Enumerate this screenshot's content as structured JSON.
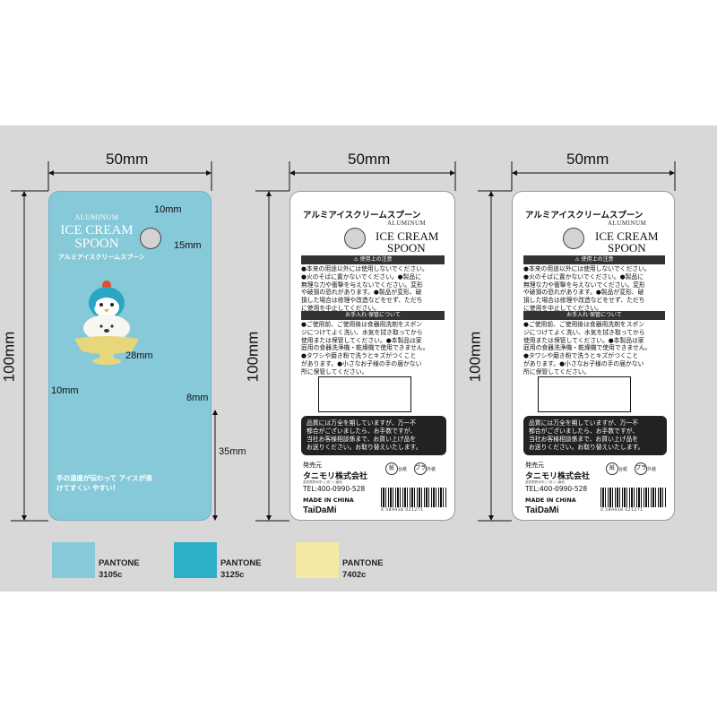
{
  "dimensions": {
    "width_label": "50mm",
    "height_label": "100mm",
    "hole_top": "10mm",
    "hole_side": "15mm",
    "window_width": "28mm",
    "window_height": "10mm",
    "window_side": "8mm",
    "window_bottom": "35mm"
  },
  "front": {
    "aluminum": "ALUMINUM",
    "line1": "ICE CREAM",
    "line2": "SPOON",
    "jp_name": "アルミアイスクリームスプーン",
    "tagline": "手の温度が伝わって\nアイスが溶けてすくい\nやすい!"
  },
  "back": {
    "title": "アルミアイスクリームスプーン",
    "aluminum": "ALUMINUM",
    "line1": "ICE CREAM",
    "line2": "SPOON",
    "caution_header": "⚠ 使用上の注意",
    "caution_text": "●本来の用途以外には使用しないでください。\n●火のそばに置かないでください。●製品に\n無理な力や衝撃を与えないでください。変形\nや破損の恐れがあります。●製品が変形、破\n損した場合は修理や改造などをせず、ただち\nに使用を中止してください。",
    "care_header": "お手入れ·保管について",
    "care_text": "●ご使用前、ご使用後は食器用洗剤をスポン\nジにつけてよく洗い、水気を拭き取ってから\n使用または保管してください。●本製品は家\n庭用の食器洗浄機・乾燥機で使用できません。\n●タワシや磨き粉で洗うとキズがつくこと\nがあります。●小さなお子様の手の届かない\n所に保管してください。",
    "quality_text": "品質には万全を期していますが、万一不\n都合がございましたら、お手数ですが、\n当社お客様相談係まで、お買い上げ品を\nお送りください。お取り替えいたします。",
    "seller_label": "発売元",
    "company": "タニモリ株式会社",
    "address": "滋賀県野洲市○○町○○番地",
    "tel": "TEL:400-0990-528",
    "made_in": "MADE IN CHINA",
    "brand": "TaiDaMi",
    "barcode_number": "4 589938 021271",
    "recycle_paper": "紙",
    "recycle_paper_label": "台紙",
    "recycle_plastic": "プラ",
    "recycle_plastic_label": "外装"
  },
  "swatches": [
    {
      "name": "PANTONE",
      "code": "3105c",
      "color": "#86c9d9"
    },
    {
      "name": "PANTONE",
      "code": "3125c",
      "color": "#2db0c7"
    },
    {
      "name": "PANTONE",
      "code": "7402c",
      "color": "#f3e9a3"
    }
  ]
}
